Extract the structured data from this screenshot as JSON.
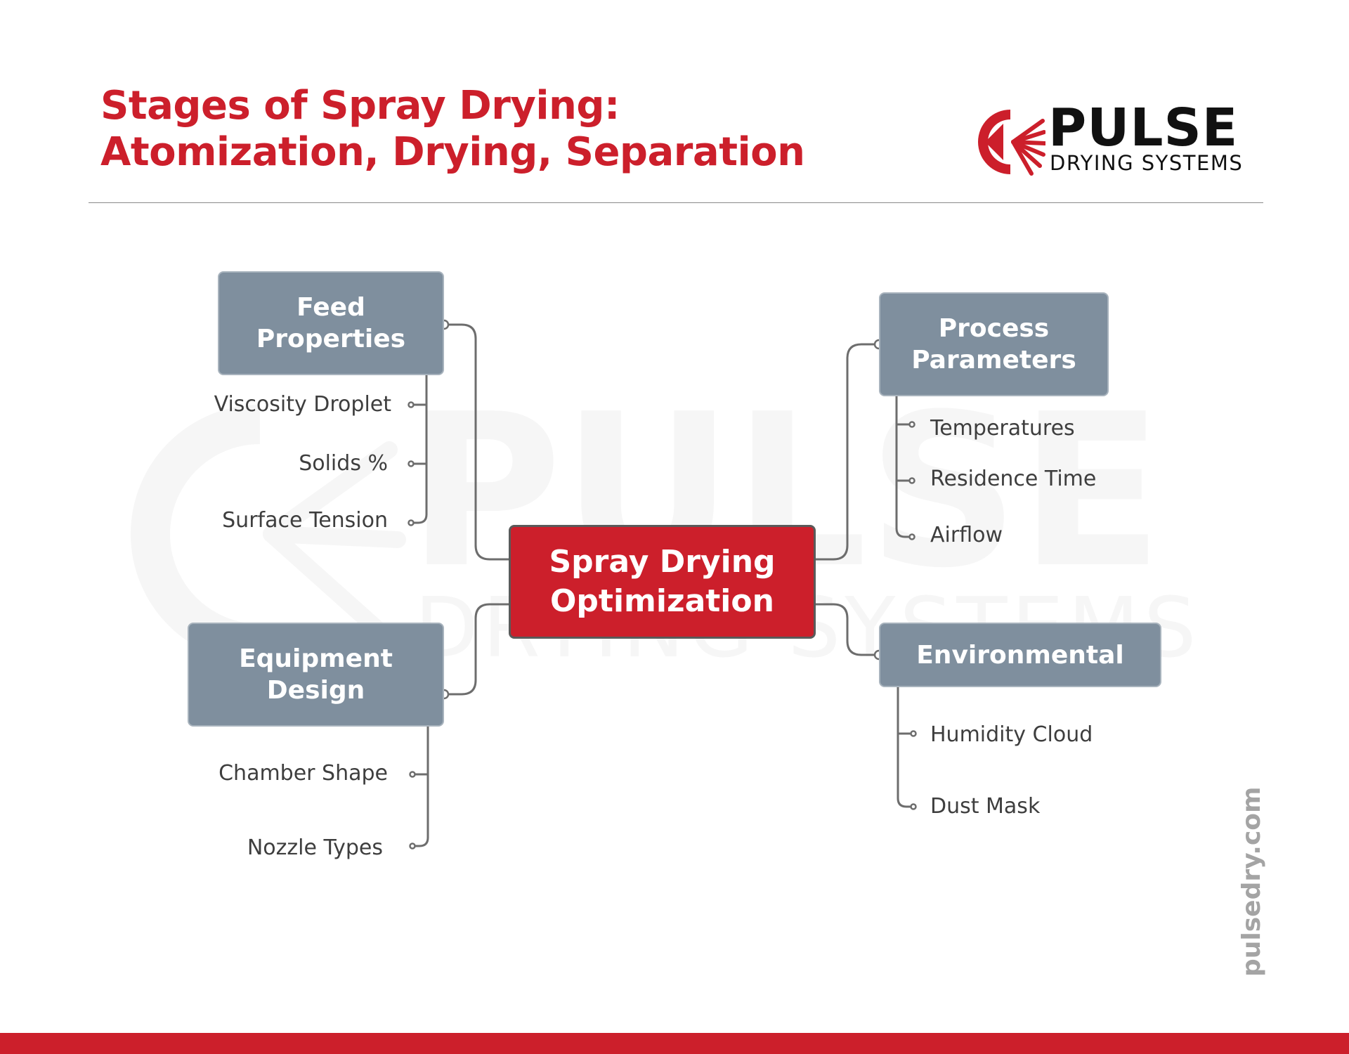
{
  "header": {
    "title_line1": "Stages of Spray Drying:",
    "title_line2": "Atomization, Drying, Separation"
  },
  "logo": {
    "word": "PULSE",
    "subtitle": "DRYING SYSTEMS"
  },
  "mindmap": {
    "center": {
      "line1": "Spray Drying",
      "line2": "Optimization"
    },
    "branches": [
      {
        "line1": "Feed",
        "line2": "Properties",
        "children": [
          "Viscosity Droplet",
          "Solids %",
          "Surface Tension"
        ]
      },
      {
        "line1": "Equipment",
        "line2": "Design",
        "children": [
          "Chamber Shape",
          "Nozzle Types"
        ]
      },
      {
        "line1": "Process",
        "line2": "Parameters",
        "children": [
          "Temperatures",
          "Residence Time",
          "Airflow"
        ]
      },
      {
        "line1": "Environmental",
        "children": [
          "Humidity Cloud",
          "Dust Mask"
        ]
      }
    ]
  },
  "footer": {
    "url": "pulsedry.com"
  },
  "colors": {
    "accent": "#cc1f2b",
    "node_fill": "#7f8f9e",
    "connector": "#6d6d6d",
    "text": "#3e3e3e"
  }
}
